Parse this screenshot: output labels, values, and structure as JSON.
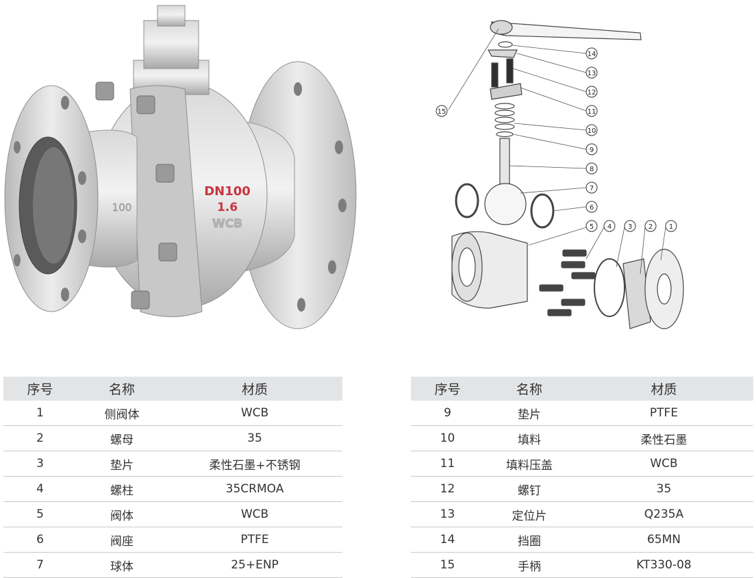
{
  "photo": {
    "body_marking_size": "DN100",
    "body_marking_pressure": "1.6",
    "body_marking_material": "WCB",
    "flange_marking": "100"
  },
  "diagram": {
    "callouts": [
      "15",
      "14",
      "13",
      "12",
      "11",
      "10",
      "9",
      "8",
      "7",
      "6",
      "5",
      "4",
      "3",
      "2",
      "1"
    ]
  },
  "left_table": {
    "headers": [
      "序号",
      "名称",
      "材质"
    ],
    "rows": [
      [
        "1",
        "侧阀体",
        "WCB"
      ],
      [
        "2",
        "螺母",
        "35"
      ],
      [
        "3",
        "垫片",
        "柔性石墨+不锈钢"
      ],
      [
        "4",
        "螺柱",
        "35CRMOA"
      ],
      [
        "5",
        "阀体",
        "WCB"
      ],
      [
        "6",
        "阀座",
        "PTFE"
      ],
      [
        "7",
        "球体",
        "25+ENP"
      ]
    ]
  },
  "right_table": {
    "headers": [
      "序号",
      "名称",
      "材质"
    ],
    "rows": [
      [
        "9",
        "垫片",
        "PTFE"
      ],
      [
        "10",
        "填料",
        "柔性石墨"
      ],
      [
        "11",
        "填料压盖",
        "WCB"
      ],
      [
        "12",
        "螺钉",
        "35"
      ],
      [
        "13",
        "定位片",
        "Q235A"
      ],
      [
        "14",
        "挡圈",
        "65MN"
      ],
      [
        "15",
        "手柄",
        "KT330-08"
      ]
    ]
  }
}
